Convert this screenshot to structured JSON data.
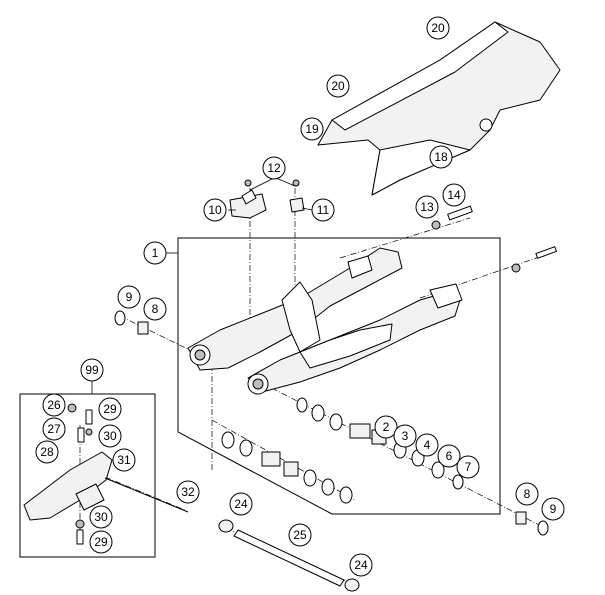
{
  "colors": {
    "line": "#000000",
    "fill": "#f2f2f2",
    "shade": "#bdbdbd",
    "background": "#ffffff"
  },
  "callouts": {
    "c1": "1",
    "c2": "2",
    "c3": "3",
    "c4": "4",
    "c6": "6",
    "c7": "7",
    "c8a": "8",
    "c8b": "8",
    "c9a": "9",
    "c9b": "9",
    "c10": "10",
    "c11": "11",
    "c12": "12",
    "c13": "13",
    "c14": "14",
    "c18": "18",
    "c19": "19",
    "c20a": "20",
    "c20b": "20",
    "c24a": "24",
    "c24b": "24",
    "c25": "25",
    "c26": "26",
    "c27": "27",
    "c28": "28",
    "c29a": "29",
    "c29b": "29",
    "c30a": "30",
    "c30b": "30",
    "c31": "31",
    "c32": "32",
    "c99": "99"
  }
}
